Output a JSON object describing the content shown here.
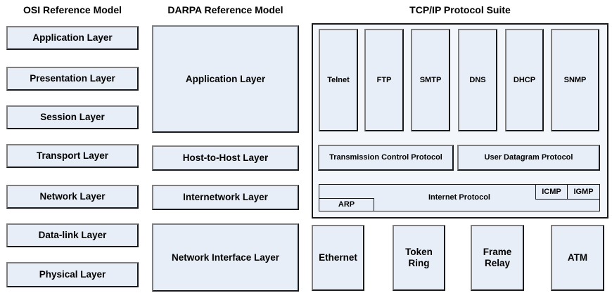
{
  "headers": {
    "osi": "OSI Reference Model",
    "darpa": "DARPA Reference Model",
    "tcpip": "TCP/IP Protocol Suite"
  },
  "osi": {
    "layers": [
      "Application Layer",
      "Presentation Layer",
      "Session Layer",
      "Transport Layer",
      "Network Layer",
      "Data-link Layer",
      "Physical Layer"
    ]
  },
  "darpa": {
    "layers": [
      "Application Layer",
      "Host-to-Host Layer",
      "Internetwork Layer",
      "Network Interface Layer"
    ]
  },
  "tcpip": {
    "applications": [
      "Telnet",
      "FTP",
      "SMTP",
      "DNS",
      "DHCP",
      "SNMP"
    ],
    "transport": [
      "Transmission Control Protocol",
      "User Datagram Protocol"
    ],
    "internet": {
      "ip": "Internet Protocol",
      "icmp": "ICMP",
      "igmp": "IGMP",
      "arp": "ARP"
    },
    "network_interface": [
      "Ethernet",
      "Token Ring",
      "Frame Relay",
      "ATM"
    ]
  },
  "colors": {
    "box_fill": "#e8eef8",
    "container_fill": "#f3f7fc",
    "border_dark": "#1a1a1a",
    "border_light": "#7f7f7f",
    "text": "#000000",
    "background": "#ffffff"
  }
}
